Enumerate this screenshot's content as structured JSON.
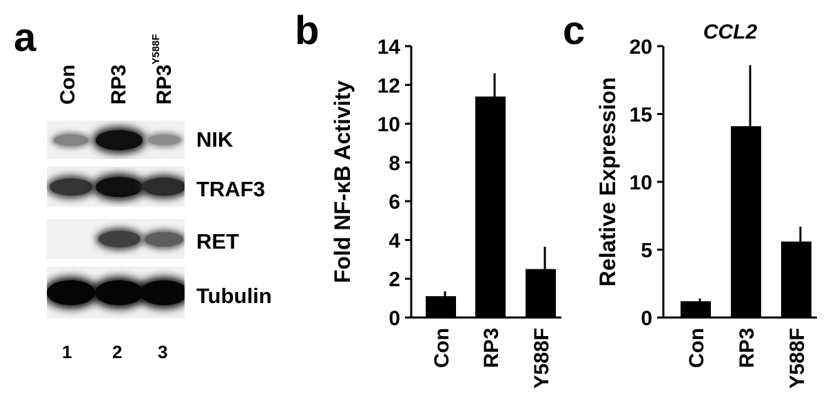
{
  "panel_a": {
    "letter": "a",
    "lanes": [
      {
        "label": "Con",
        "sup": "",
        "number": "1"
      },
      {
        "label": "RP3",
        "sup": "",
        "number": "2"
      },
      {
        "label": "RP3",
        "sup": "Y588F",
        "number": "3"
      }
    ],
    "blots": [
      {
        "label": "NIK",
        "intensities": [
          0.35,
          0.95,
          0.3
        ]
      },
      {
        "label": "TRAF3",
        "intensities": [
          0.75,
          0.95,
          0.8
        ]
      },
      {
        "label": "RET",
        "intensities": [
          0.0,
          0.7,
          0.55
        ]
      },
      {
        "label": "Tubulin",
        "intensities": [
          1.0,
          1.0,
          1.0
        ]
      }
    ]
  },
  "panel_b": {
    "letter": "b"
  },
  "panel_c": {
    "letter": "c"
  },
  "chart_data": [
    {
      "type": "bar",
      "title": "",
      "ylabel": "Fold NF-κB Activity",
      "xlabel": "",
      "categories": [
        "Con",
        "RP3",
        "Y588F"
      ],
      "values": [
        1.1,
        11.4,
        2.5
      ],
      "error": [
        0.25,
        1.2,
        1.15
      ],
      "ylim": [
        0,
        14
      ],
      "yticks": [
        0,
        2,
        4,
        6,
        8,
        10,
        12,
        14
      ],
      "grid": false
    },
    {
      "type": "bar",
      "title": "CCL2",
      "ylabel": "Relative Expression",
      "xlabel": "",
      "categories": [
        "Con",
        "RP3",
        "Y588F"
      ],
      "values": [
        1.2,
        14.1,
        5.6
      ],
      "error": [
        0.2,
        4.5,
        1.1
      ],
      "ylim": [
        0,
        20
      ],
      "yticks": [
        0,
        5,
        10,
        15,
        20
      ],
      "grid": false
    }
  ]
}
